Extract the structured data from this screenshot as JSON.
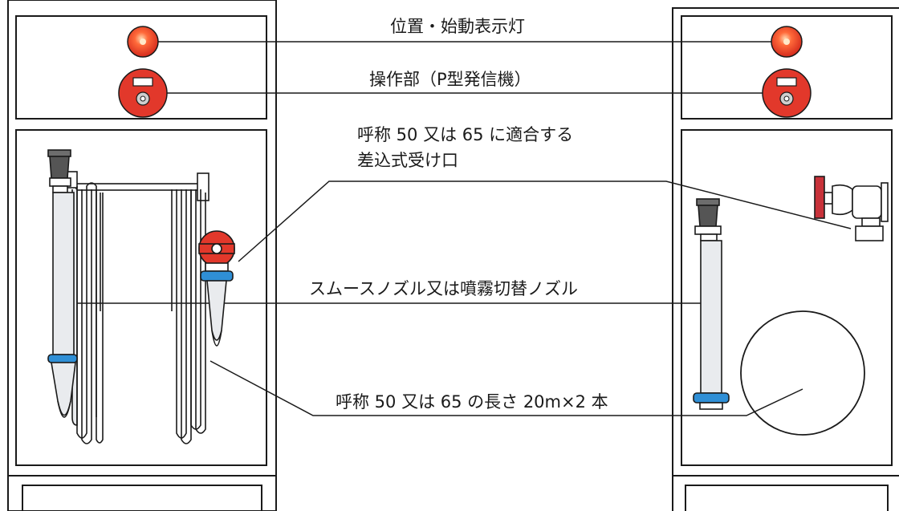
{
  "labels": {
    "indicator_lamp": "位置・始動表示灯",
    "operation_unit": "操作部（P型発信機）",
    "coupling_line1": "呼称 50 又は 65 に適合する",
    "coupling_line2": "差込式受け口",
    "nozzle": "スムースノズル又は噴霧切替ノズル",
    "hose_length": "呼称 50 又は 65 の長さ 20m×2 本"
  },
  "colors": {
    "lamp_red": "#e2382b",
    "coupling_blue": "#2f8fd6",
    "hose_gray": "#e9ebee",
    "outline": "#1a1a1a"
  }
}
